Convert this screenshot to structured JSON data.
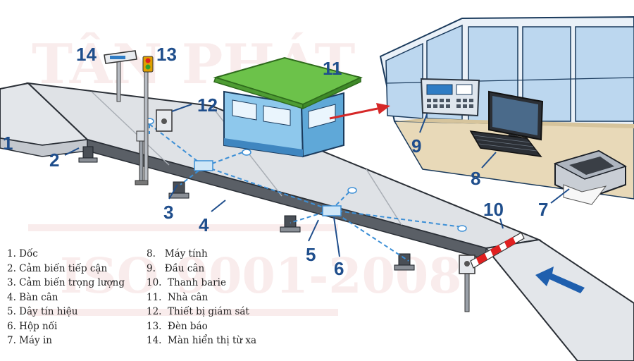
{
  "callouts": {
    "n1": "1",
    "n2": "2",
    "n3": "3",
    "n4": "4",
    "n5": "5",
    "n6": "6",
    "n7": "7",
    "n8": "8",
    "n9": "9",
    "n10": "10",
    "n11": "11",
    "n12": "12",
    "n13": "13",
    "n14": "14"
  },
  "watermark": {
    "top": "TÂN PHÁT",
    "bottom": "ISO 9001-2008"
  },
  "legend": {
    "left": [
      "1. Dốc",
      "2. Cảm biến tiếp cận",
      "3. Cảm biến trọng lượng",
      "4. Bàn cân",
      "5. Dây tín hiệu",
      "6. Hộp nối",
      "7. Máy in"
    ],
    "right": [
      "8.   Máy tính",
      "9.   Đầu cân",
      "10.  Thanh barie",
      "11.  Nhà cân",
      "12.  Thiết bị giám sát",
      "13.  Đèn báo",
      "14.  Màn hiển thị từ xa"
    ]
  },
  "colors": {
    "callout": "#1f4e8c",
    "signal_wire": "#3c8fd6",
    "booth_roof": "#6cc24a",
    "booth_wall": "#8ec8ec",
    "arrow_red": "#d62828",
    "barrier_red": "#e02020",
    "flow_arrow": "#1f5fae"
  },
  "icons": {
    "flow_direction": "arrow-left-icon",
    "link_arrow": "arrow-right-icon"
  }
}
